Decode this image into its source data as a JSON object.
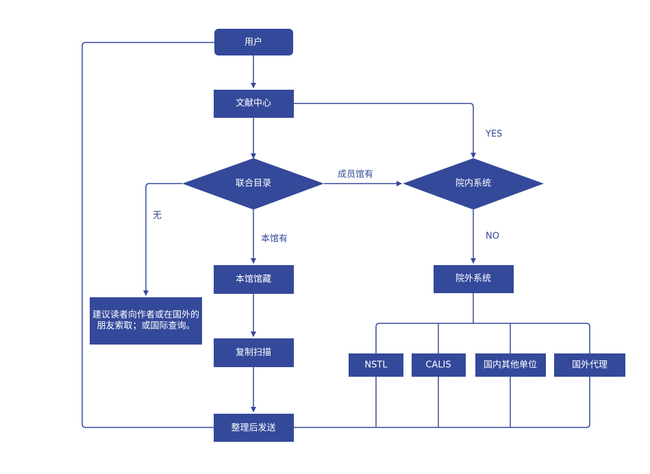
{
  "colors": {
    "node_fill": "#34499a",
    "line": "#34499a",
    "node_text": "#ffffff",
    "edge_text": "#34499a"
  },
  "nodes": {
    "user": "用户",
    "doc_center": "文献中心",
    "union_catalog": "联合目录",
    "inst_system": "院内系统",
    "local_holding": "本馆馆藏",
    "external_system": "院外系统",
    "suggest_line1": "建议读者向作者或在国外的",
    "suggest_line2": "朋友索取；或国际查询。",
    "copy_scan": "复制扫描",
    "nstl": "NSTL",
    "calis": "CALIS",
    "domestic_other": "国内其他单位",
    "foreign_agent": "国外代理",
    "send": "整理后发送"
  },
  "edge_labels": {
    "yes": "YES",
    "member_has": "成员馆有",
    "none": "无",
    "local_has": "本馆有",
    "no": "NO"
  }
}
